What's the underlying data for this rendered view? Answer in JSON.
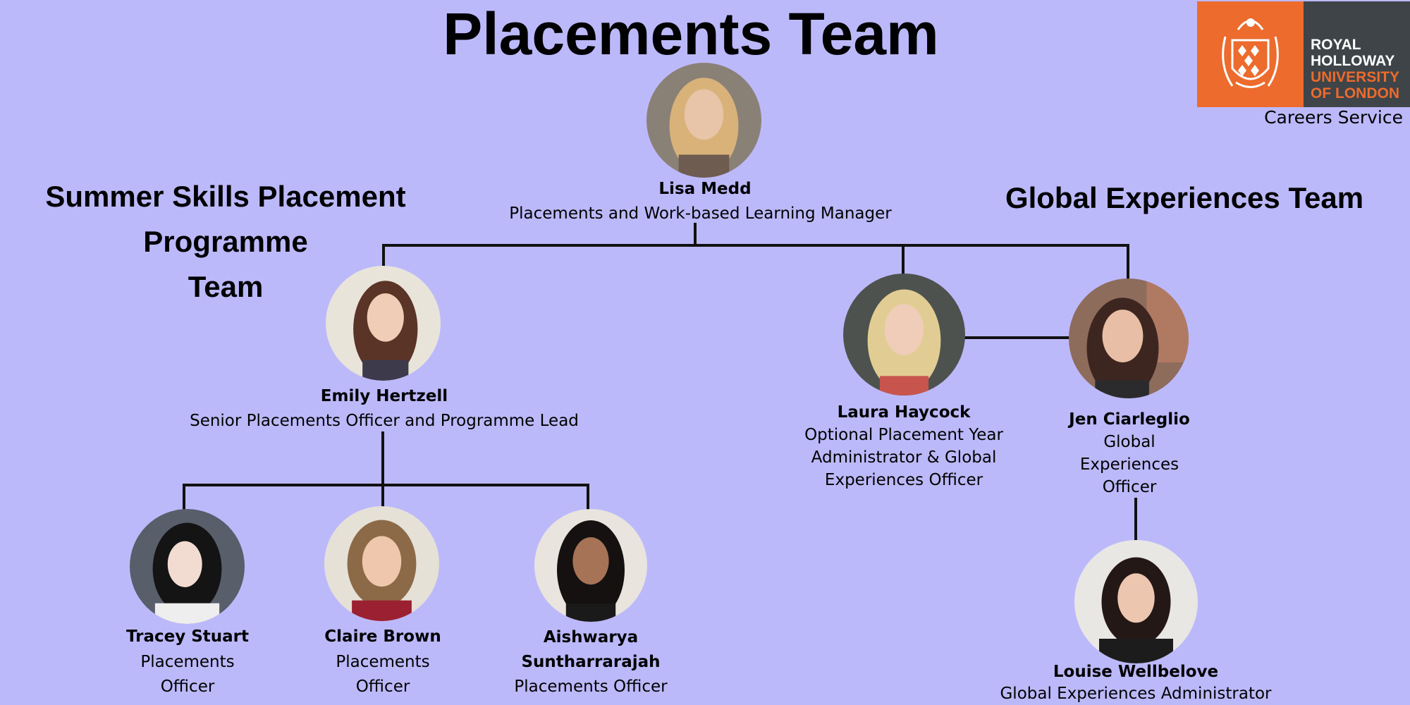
{
  "title": "Placements Team",
  "logo": {
    "line1": "ROYAL",
    "line2": "HOLLOWAY",
    "line3": "UNIVERSITY",
    "line4": "OF LONDON",
    "subtitle": "Careers Service",
    "orange": "#ec6b2d",
    "dark": "#3e4448"
  },
  "teams": {
    "summer": [
      "Summer Skills Placement",
      "Programme",
      "Team"
    ],
    "global": "Global Experiences Team"
  },
  "people": {
    "lisa": {
      "name": "Lisa Medd",
      "role": [
        "Placements and Work-based Learning Manager"
      ]
    },
    "emily": {
      "name": "Emily Hertzell",
      "role": [
        "Senior Placements Officer and Programme Lead"
      ]
    },
    "laura": {
      "name": "Laura Haycock",
      "role": [
        "Optional Placement Year",
        "Administrator & Global",
        "Experiences Officer"
      ]
    },
    "jen": {
      "name": "Jen Ciarleglio",
      "role": [
        "Global",
        "Experiences",
        "Officer"
      ]
    },
    "tracey": {
      "name": "Tracey Stuart",
      "role": [
        "Placements",
        "Officer"
      ]
    },
    "claire": {
      "name": "Claire Brown",
      "role": [
        "Placements",
        "Officer"
      ]
    },
    "aishwarya": {
      "name": [
        "Aishwarya",
        "Suntharrarajah"
      ],
      "role": [
        "Placements Officer"
      ]
    },
    "louise": {
      "name": "Louise Wellbelove",
      "role": [
        "Global Experiences Administrator"
      ]
    }
  },
  "colors": {
    "background": "#bcb9fb",
    "line": "#111111"
  }
}
